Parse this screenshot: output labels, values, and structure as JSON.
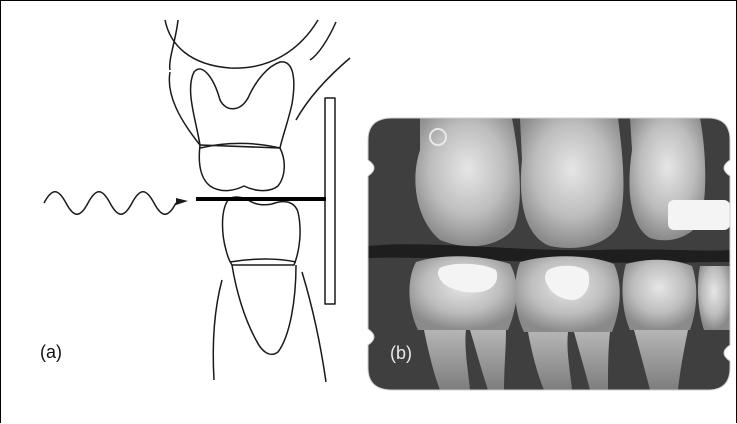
{
  "panels": [
    {
      "id": "a",
      "label": "(a)"
    },
    {
      "id": "b",
      "label": "(b)"
    }
  ],
  "colors": {
    "line": "#1a1a1a",
    "radiograph_bg": "#4a4a4a",
    "tooth_light": "#d9d9d9",
    "tooth_mid": "#a6a6a6",
    "restoration": "#f4f4f4"
  }
}
